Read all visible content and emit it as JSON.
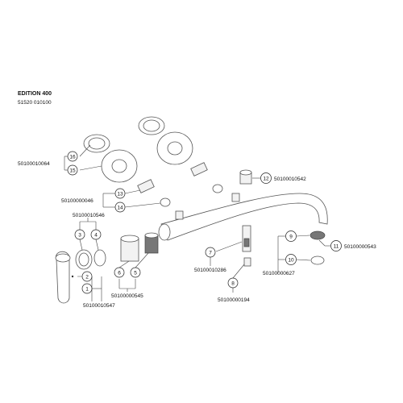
{
  "header": {
    "title": "EDITION 400",
    "subtitle": "51520 010100"
  },
  "callouts": {
    "n1": "1",
    "n2": "2",
    "n3": "3",
    "n4": "4",
    "n5": "5",
    "n6": "6",
    "n7": "7",
    "n8": "8",
    "n9": "9",
    "n10": "10",
    "n11": "11",
    "n12": "12",
    "n13": "13",
    "n14": "14",
    "n15": "15",
    "n16": "16"
  },
  "part_numbers": {
    "p_15_16": "50100010064",
    "p_13_14": "50100000046",
    "p_3_4": "50100010546",
    "p_1_2": "50100010547",
    "p_5_6": "50100000545",
    "p_7": "50100010286",
    "p_8": "50100000194",
    "p_12": "50100010542",
    "p_9_10": "50100000627",
    "p_11": "50100000543"
  }
}
